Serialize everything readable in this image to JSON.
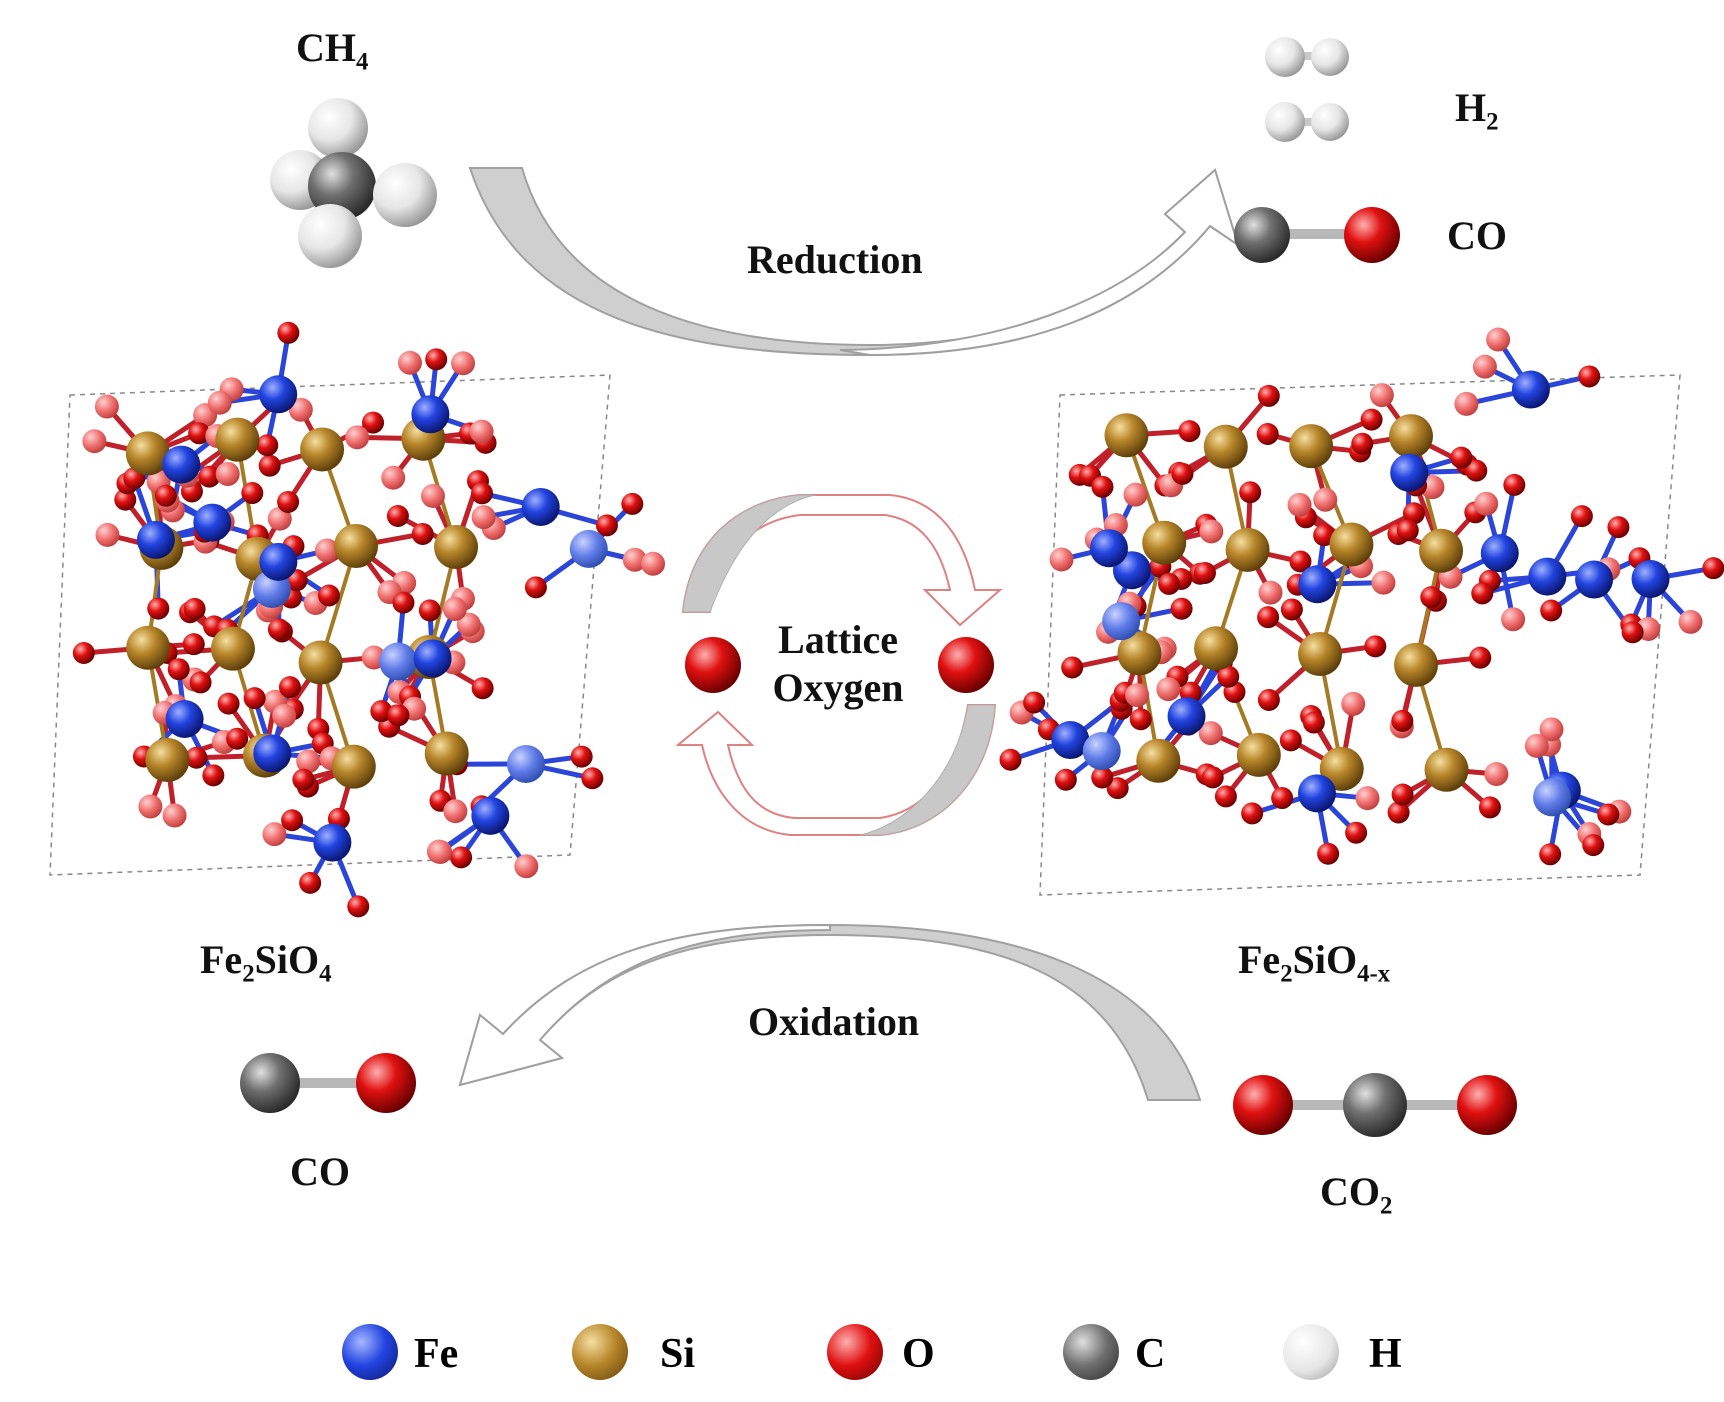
{
  "molecules": {
    "ch4_label": "CH",
    "ch4_sub": "4",
    "h2_label": "H",
    "h2_sub": "2",
    "co_top_label": "CO",
    "co_bottom_label": "CO",
    "co2_label": "CO",
    "co2_sub": "2"
  },
  "process": {
    "reduction": "Reduction",
    "oxidation": "Oxidation",
    "lattice_line1": "Lattice",
    "lattice_line2": "Oxygen"
  },
  "structures": {
    "left_label": "Fe",
    "left_sub1": "2",
    "left_mid": "SiO",
    "left_sub2": "4",
    "right_label": "Fe",
    "right_sub1": "2",
    "right_mid": "SiO",
    "right_sub2": "4-x"
  },
  "legend": [
    {
      "symbol": "Fe",
      "color": "#1f3fd6"
    },
    {
      "symbol": "Si",
      "color": "#b8862a"
    },
    {
      "symbol": "O",
      "color": "#d60f0f"
    },
    {
      "symbol": "C",
      "color": "#6e6e6e"
    },
    {
      "symbol": "H",
      "color": "#e8e8e8"
    }
  ],
  "colors": {
    "fe": "#1f3fd6",
    "si": "#b8862a",
    "o": "#d60f0f",
    "c": "#6e6e6e",
    "h": "#ececec",
    "arrow_fill": "#c8c8c8",
    "arrow_stroke": "#9a9a9a",
    "lattice_arrow": "#e07070"
  }
}
